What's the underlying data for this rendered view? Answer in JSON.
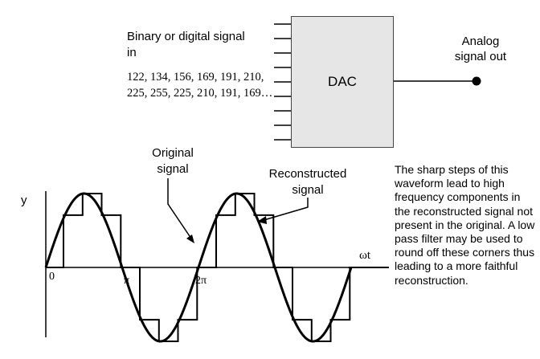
{
  "input": {
    "title": "Binary or digital signal in",
    "values_text": "122, 134, 156, 169, 191, 210, 225, 255, 225, 210, 191, 169…"
  },
  "dac": {
    "label": "DAC"
  },
  "output": {
    "title": "Analog signal out"
  },
  "plot": {
    "y_axis_label": "y",
    "x_axis_label": "ωt",
    "ticks": {
      "zero": "0",
      "pi": "π",
      "two_pi": "2π"
    },
    "original_label": "Original signal",
    "reconstructed_label": "Reconstructed signal"
  },
  "explanation": "The sharp steps of this waveform lead to high frequency components in the reconstructed signal not present in the original. A low pass filter may be used to round off these corners thus leading to a more faithful reconstruction.",
  "colors": {
    "line": "#000000",
    "dac_fill": "#e6e6e6",
    "dac_border": "#444444"
  }
}
